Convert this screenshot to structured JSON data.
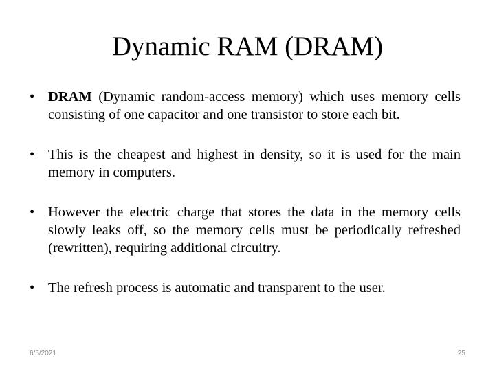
{
  "slide": {
    "title": "Dynamic RAM (DRAM)",
    "bullets": [
      {
        "lead": "DRAM",
        "text": " (Dynamic random-access memory) which uses memory cells consisting of one capacitor and one transistor to store each bit."
      },
      {
        "lead": "",
        "text": "This is the cheapest and highest in density, so it is used for the main memory in computers."
      },
      {
        "lead": "",
        "text": "However the electric charge that stores the data in the memory cells slowly leaks off, so the memory cells must be periodically refreshed (rewritten), requiring additional circuitry."
      },
      {
        "lead": "",
        "text": "The refresh process is automatic and transparent to the user."
      }
    ],
    "bullet_symbol": "•",
    "footer": {
      "date": "6/5/2021",
      "page_number": "25"
    }
  }
}
